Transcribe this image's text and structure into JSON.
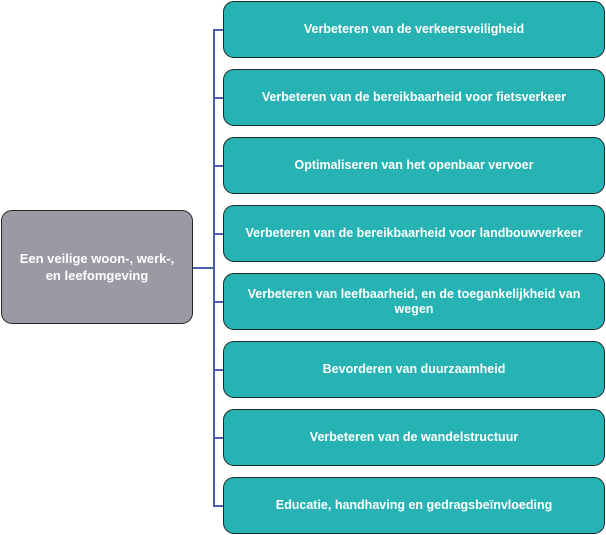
{
  "root": {
    "label": "Een veilige woon-, werk-, en leefomgeving"
  },
  "children": [
    {
      "label": "Verbeteren van de verkeersveiligheid"
    },
    {
      "label": "Verbeteren van de bereikbaarheid voor fietsverkeer"
    },
    {
      "label": "Optimaliseren van het openbaar vervoer"
    },
    {
      "label": "Verbeteren van de bereikbaarheid voor landbouwverkeer"
    },
    {
      "label": "Verbeteren van leefbaarheid, en de toegankelijkheid van wegen"
    },
    {
      "label": "Bevorderen van duurzaamheid"
    },
    {
      "label": "Verbeteren van de wandelstructuur"
    },
    {
      "label": "Educatie, handhaving en gedragsbeïnvloeding"
    }
  ],
  "colors": {
    "child": "#27b2b3",
    "root": "#9a99a4",
    "connector": "#4a5fa8"
  }
}
